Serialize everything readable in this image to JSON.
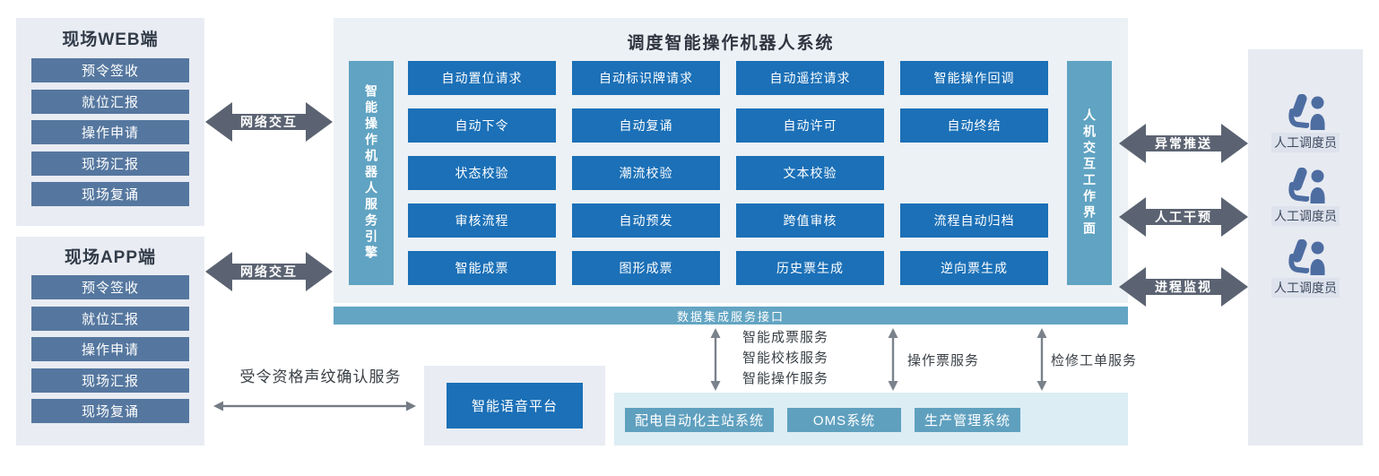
{
  "main": {
    "title": "调度智能操作机器人系统",
    "engine_bar": "智能操作机器人服务引擎",
    "hmi_bar": "人机交互工作界面",
    "rows": [
      [
        "自动置位请求",
        "自动标识牌请求",
        "自动遥控请求",
        "智能操作回调"
      ],
      [
        "自动下令",
        "自动复诵",
        "自动许可",
        "自动终结"
      ],
      [
        "状态校验",
        "潮流校验",
        "文本校验"
      ],
      [
        "审核流程",
        "自动预发",
        "跨值审核",
        "流程自动归档"
      ],
      [
        "智能成票",
        "图形成票",
        "历史票生成",
        "逆向票生成"
      ]
    ]
  },
  "left_panels": [
    {
      "title": "现场WEB端",
      "items": [
        "预令签收",
        "就位汇报",
        "操作申请",
        "现场汇报",
        "现场复诵"
      ]
    },
    {
      "title": "现场APP端",
      "items": [
        "预令签收",
        "就位汇报",
        "操作申请",
        "现场汇报",
        "现场复诵"
      ]
    }
  ],
  "network_arrows": [
    {
      "label": "网络交互"
    },
    {
      "label": "网络交互"
    }
  ],
  "data_bar": {
    "label": "数据集成服务接口"
  },
  "service_links": [
    {
      "lines": [
        "智能成票服务",
        "智能校核服务",
        "智能操作服务"
      ]
    },
    {
      "lines": [
        "操作票服务"
      ]
    },
    {
      "lines": [
        "检修工单服务"
      ]
    }
  ],
  "systems": [
    "配电自动化主站系统",
    "OMS系统",
    "生产管理系统"
  ],
  "voice": {
    "service_label": "受令资格声纹确认服务",
    "platform": "智能语音平台"
  },
  "right_arrows": [
    "异常推送",
    "人工干预",
    "进程监视"
  ],
  "dispatchers": [
    {
      "label": "人工调度员"
    },
    {
      "label": "人工调度员"
    },
    {
      "label": "人工调度员"
    }
  ],
  "colors": {
    "function_button": "#1b70b7",
    "steel_bar": "#60a3c2",
    "side_item": "#55779f",
    "thick_arrow": "#5b6372",
    "system_button": "#5fa0bf",
    "panel_bg": "#e9ecf3",
    "main_bg": "#ecf1f5",
    "person_icon": "#4d6da1"
  }
}
